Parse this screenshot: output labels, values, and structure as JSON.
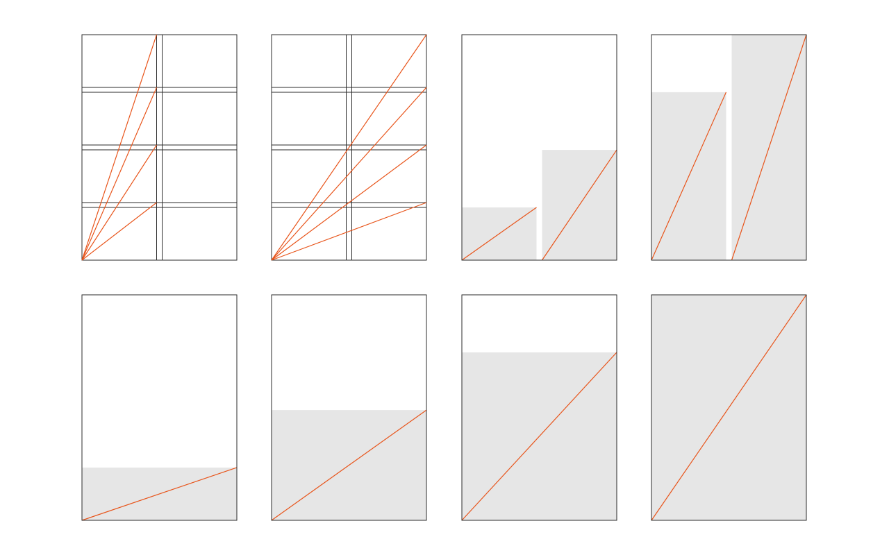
{
  "colors": {
    "frame_stroke": "#2b2b2b",
    "diagonal": "#e8541a",
    "shade": "#e6e6e6",
    "background": "#ffffff"
  },
  "panels": [
    {
      "kind": "grid",
      "cols": 2,
      "rows": 4,
      "diagonal_targets": "column-1-row-tops"
    },
    {
      "kind": "grid",
      "cols": 2,
      "rows": 4,
      "diagonal_targets": "right-edge-row-tops"
    },
    {
      "kind": "two-column",
      "columns": [
        {
          "fill_fraction": 0.234
        },
        {
          "fill_fraction": 0.489
        }
      ]
    },
    {
      "kind": "two-column",
      "columns": [
        {
          "fill_fraction": 0.745
        },
        {
          "fill_fraction": 1.0
        }
      ]
    },
    {
      "kind": "single",
      "fill_fraction": 0.234
    },
    {
      "kind": "single",
      "fill_fraction": 0.489
    },
    {
      "kind": "single",
      "fill_fraction": 0.745
    },
    {
      "kind": "single",
      "fill_fraction": 1.0
    }
  ]
}
